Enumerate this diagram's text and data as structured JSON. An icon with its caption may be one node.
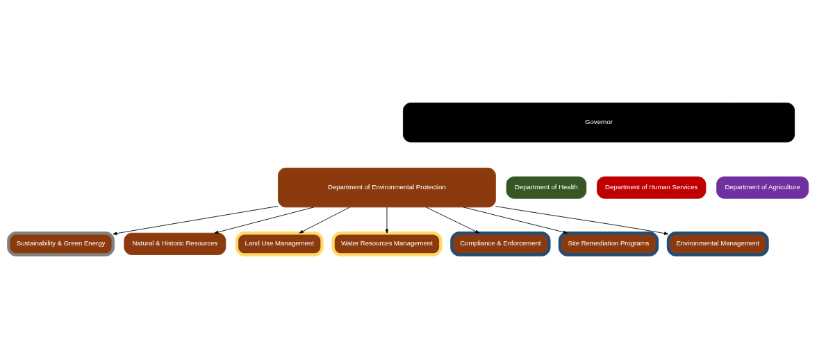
{
  "diagram": {
    "nodes": [
      {
        "text": [
          "Governor"
        ]
      },
      {
        "text": [
          "Department of Environmental Protection"
        ]
      },
      {
        "text": [
          "Department of Health"
        ]
      },
      {
        "text": [
          "Department of Human Services"
        ]
      },
      {
        "text": [
          "Department of Agriculture"
        ]
      },
      {
        "text": [
          "Sustainability & Green Energy"
        ]
      },
      {
        "text": [
          "Natural & Historic Resources"
        ]
      },
      {
        "text": [
          "Land Use Management"
        ]
      },
      {
        "text": [
          "Water Resources Management"
        ]
      },
      {
        "text": [
          "Compliance & Enforcement"
        ]
      },
      {
        "text": [
          "Site Remediation Programs"
        ]
      },
      {
        "text": [
          "Environmental Management"
        ]
      }
    ],
    "edges": [
      {
        "from": 1,
        "to": 5,
        "arrow": "to"
      },
      {
        "from": 1,
        "to": 6,
        "arrow": "to"
      },
      {
        "from": 1,
        "to": 7,
        "arrow": "to"
      },
      {
        "from": 1,
        "to": 8,
        "arrow": "to"
      },
      {
        "from": 1,
        "to": 9,
        "arrow": "to"
      },
      {
        "from": 1,
        "to": 10,
        "arrow": "to"
      },
      {
        "from": 1,
        "to": 11,
        "arrow": "to"
      }
    ]
  }
}
